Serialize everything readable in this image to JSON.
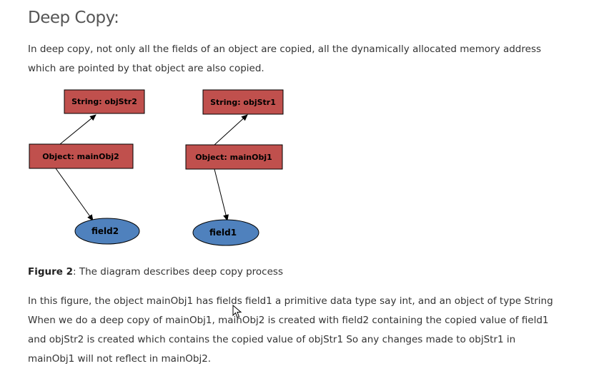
{
  "heading": "Deep Copy:",
  "intro": {
    "line1": "In deep copy, not only all the fields of an object are copied, all the dynamically allocated memory address",
    "line2": "which are pointed by that object are also copied."
  },
  "diagram": {
    "nodes": {
      "str2": "String: objStr2",
      "str1": "String: objStr1",
      "main2": "Object: mainObj2",
      "main1": "Object: mainObj1",
      "field2": "field2",
      "field1": "field1"
    },
    "colors": {
      "box_fill": "#c0504d",
      "ellipse_fill": "#4f81bd",
      "stroke": "#000000"
    }
  },
  "caption": {
    "label": "Figure 2",
    "text": ": The diagram describes deep copy process"
  },
  "body": {
    "line1": "In this figure, the object mainObj1 has fields field1 a primitive data type say int, and an object of type String",
    "line2": "When we do a deep copy of mainObj1, mainObj2 is created with field2 containing the copied value of field1",
    "line3": "and objStr2 is created which contains the copied value of objStr1 So any changes made to objStr1 in",
    "line4": "mainObj1 will not reflect in mainObj2."
  }
}
